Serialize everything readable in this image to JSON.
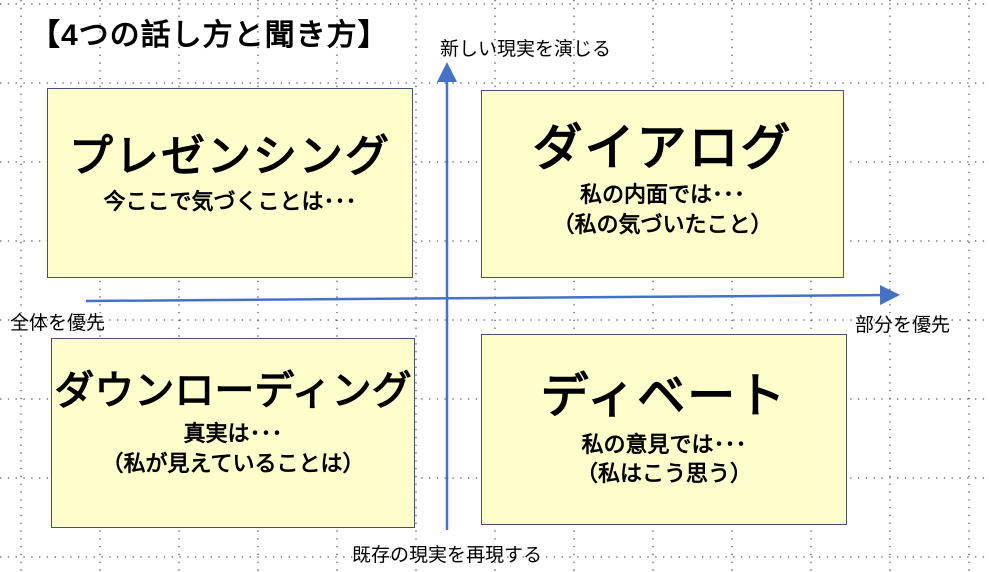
{
  "title": "【4つの話し方と聞き方】",
  "axes": {
    "top": "新しい現実を演じる",
    "bottom": "既存の現実を再現する",
    "left": "全体を優先",
    "right": "部分を優先",
    "color": "#4472c4"
  },
  "quadrants": {
    "top_left": {
      "name": "プレゼンシング",
      "lines": [
        "今ここで気づくことは･･･"
      ]
    },
    "top_right": {
      "name": "ダイアログ",
      "lines": [
        "私の内面では･･･",
        "（私の気づいたこと）"
      ]
    },
    "bottom_left": {
      "name": "ダウンローディング",
      "lines": [
        "真実は･･･",
        "（私が見えていることは）"
      ]
    },
    "bottom_right": {
      "name": "ディベート",
      "lines": [
        "私の意見では･･･",
        "（私はこう思う）"
      ]
    }
  },
  "box_color": "#ffffcc"
}
